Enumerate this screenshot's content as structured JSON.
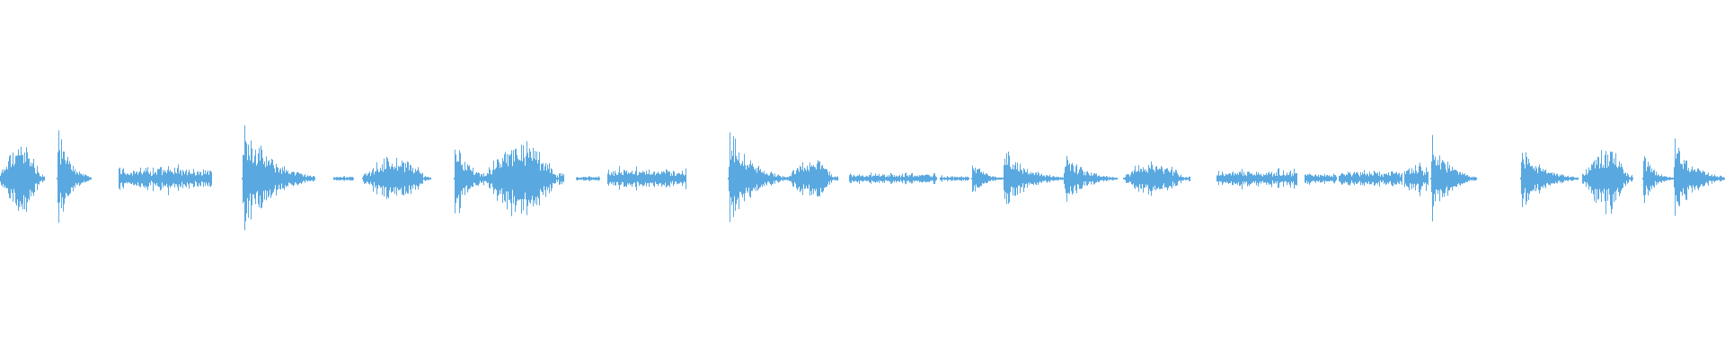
{
  "waveform": {
    "color": "#5aa8e0",
    "background": "#ffffff",
    "duration_fraction_visible": 1.0,
    "segments": [
      {
        "start": 0.0,
        "end": 0.026,
        "peak": 0.22,
        "shape": "burst"
      },
      {
        "start": 0.033,
        "end": 0.053,
        "peak": 0.28,
        "shape": "attack"
      },
      {
        "start": 0.069,
        "end": 0.123,
        "peak": 0.09,
        "shape": "flat"
      },
      {
        "start": 0.14,
        "end": 0.183,
        "peak": 0.33,
        "shape": "attack"
      },
      {
        "start": 0.193,
        "end": 0.205,
        "peak": 0.02,
        "shape": "flat"
      },
      {
        "start": 0.21,
        "end": 0.25,
        "peak": 0.14,
        "shape": "burst"
      },
      {
        "start": 0.263,
        "end": 0.283,
        "peak": 0.27,
        "shape": "attack"
      },
      {
        "start": 0.28,
        "end": 0.327,
        "peak": 0.23,
        "shape": "burst"
      },
      {
        "start": 0.334,
        "end": 0.348,
        "peak": 0.02,
        "shape": "flat"
      },
      {
        "start": 0.352,
        "end": 0.398,
        "peak": 0.07,
        "shape": "flat"
      },
      {
        "start": 0.422,
        "end": 0.457,
        "peak": 0.28,
        "shape": "attack"
      },
      {
        "start": 0.457,
        "end": 0.486,
        "peak": 0.13,
        "shape": "burst"
      },
      {
        "start": 0.492,
        "end": 0.543,
        "peak": 0.04,
        "shape": "flat"
      },
      {
        "start": 0.545,
        "end": 0.562,
        "peak": 0.02,
        "shape": "flat"
      },
      {
        "start": 0.563,
        "end": 0.581,
        "peak": 0.11,
        "shape": "attack"
      },
      {
        "start": 0.581,
        "end": 0.616,
        "peak": 0.19,
        "shape": "attack"
      },
      {
        "start": 0.616,
        "end": 0.648,
        "peak": 0.15,
        "shape": "attack"
      },
      {
        "start": 0.651,
        "end": 0.69,
        "peak": 0.11,
        "shape": "burst"
      },
      {
        "start": 0.705,
        "end": 0.752,
        "peak": 0.06,
        "shape": "flat"
      },
      {
        "start": 0.756,
        "end": 0.775,
        "peak": 0.04,
        "shape": "flat"
      },
      {
        "start": 0.776,
        "end": 0.813,
        "peak": 0.06,
        "shape": "flat"
      },
      {
        "start": 0.814,
        "end": 0.828,
        "peak": 0.11,
        "shape": "flat"
      },
      {
        "start": 0.829,
        "end": 0.856,
        "peak": 0.25,
        "shape": "attack"
      },
      {
        "start": 0.881,
        "end": 0.915,
        "peak": 0.18,
        "shape": "attack"
      },
      {
        "start": 0.917,
        "end": 0.947,
        "peak": 0.21,
        "shape": "burst"
      },
      {
        "start": 0.952,
        "end": 0.97,
        "peak": 0.14,
        "shape": "attack"
      },
      {
        "start": 0.97,
        "end": 1.0,
        "peak": 0.24,
        "shape": "attack"
      }
    ]
  }
}
